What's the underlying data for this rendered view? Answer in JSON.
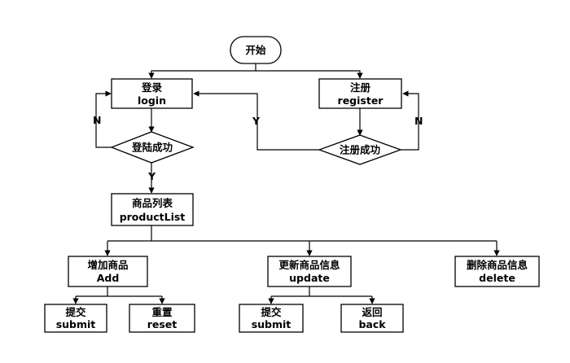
{
  "nodes": {
    "start": "开始",
    "login": {
      "cn": "登录",
      "en": "login"
    },
    "register": {
      "cn": "注册",
      "en": "register"
    },
    "login_success": "登陆成功",
    "register_success": "注册成功",
    "product_list": {
      "cn": "商品列表",
      "en": "productList"
    },
    "add_product": {
      "cn": "增加商品",
      "en": "Add"
    },
    "update_product": {
      "cn": "更新商品信息",
      "en": "update"
    },
    "delete_product": {
      "cn": "删除商品信息",
      "en": "delete"
    },
    "add_submit": {
      "cn": "提交",
      "en": "submit"
    },
    "add_reset": {
      "cn": "重置",
      "en": "reset"
    },
    "update_submit": {
      "cn": "提交",
      "en": "submit"
    },
    "update_back": {
      "cn": "返回",
      "en": "back"
    }
  },
  "edges": {
    "login_no": "N",
    "login_yes": "Y",
    "register_yes": "Y",
    "register_no": "N"
  }
}
